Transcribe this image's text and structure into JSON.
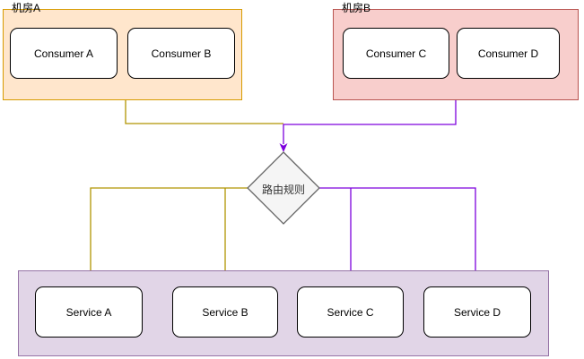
{
  "clusters": {
    "roomA": {
      "label": "机房A",
      "nodes": [
        "Consumer A",
        "Consumer B"
      ]
    },
    "roomB": {
      "label": "机房B",
      "nodes": [
        "Consumer C",
        "Consumer D"
      ]
    },
    "services": {
      "nodes": [
        "Service A",
        "Service B",
        "Service C",
        "Service D"
      ]
    }
  },
  "router": {
    "label": "路由规则"
  },
  "colors": {
    "room-a-fill": "#ffe6cc",
    "room-a-stroke": "#d79b00",
    "room-b-fill": "#f8cecc",
    "room-b-stroke": "#b85450",
    "services-fill": "#e1d5e7",
    "services-stroke": "#9673a6",
    "router-fill": "#f5f5f5",
    "router-stroke": "#666666",
    "edge-room-a": "#b09500",
    "edge-room-b": "#7d00dd",
    "node-fill": "#ffffff",
    "node-stroke": "#000000"
  }
}
